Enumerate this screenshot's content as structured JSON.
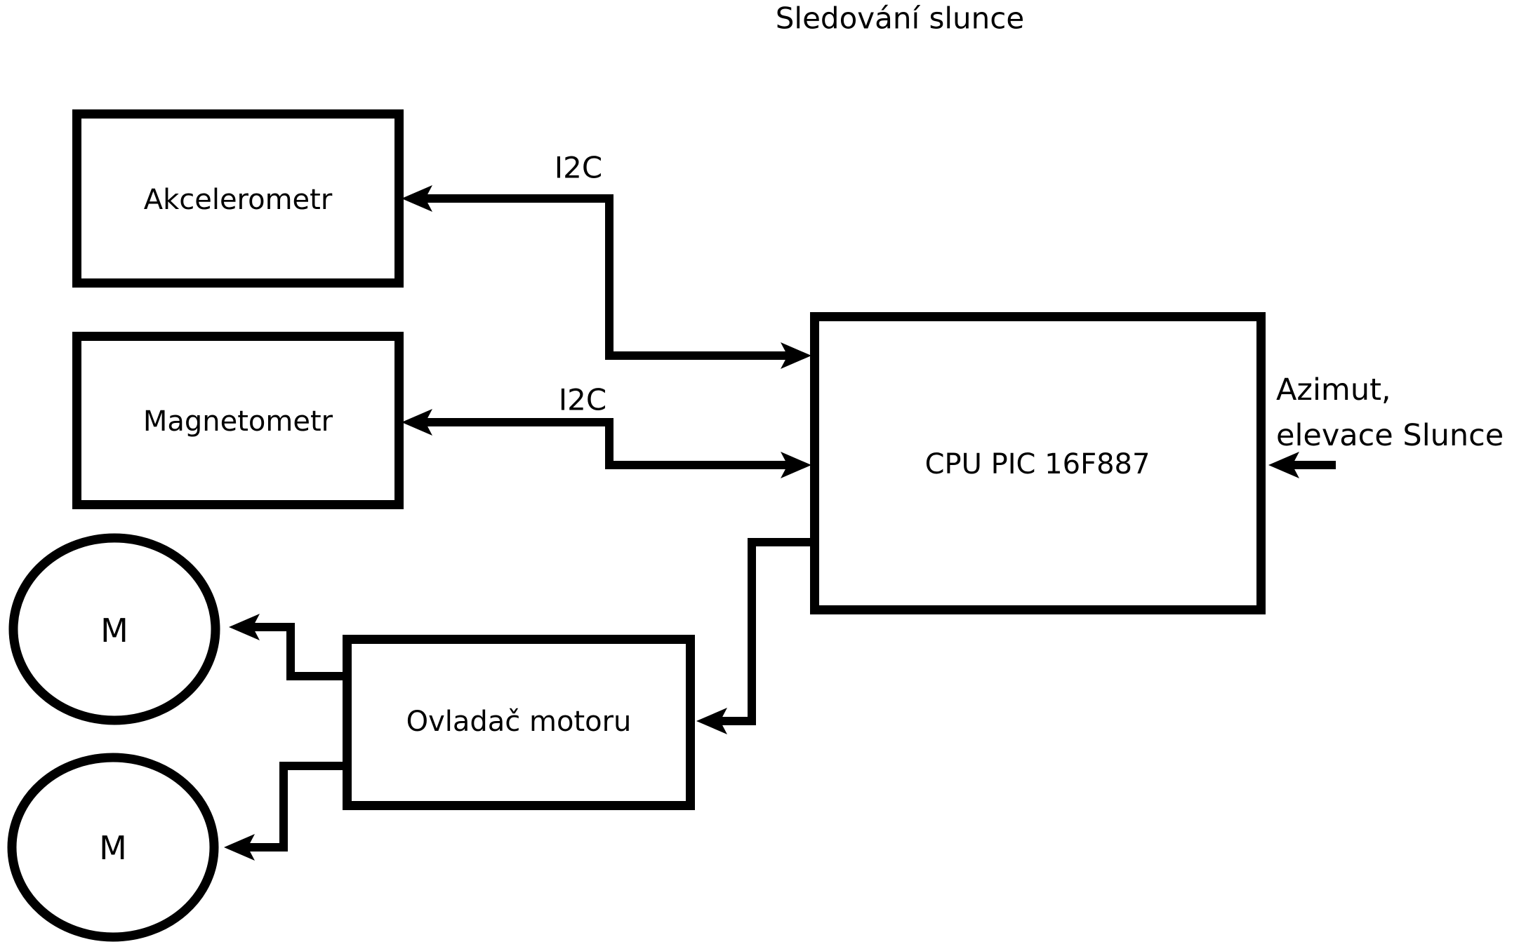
{
  "colors": {
    "ink": "#000000",
    "background": "#ffffff"
  },
  "diagram": {
    "title": "Sledování slunce",
    "nodes": {
      "accelerometer": {
        "label": "Akcelerometr"
      },
      "magnetometer": {
        "label": "Magnetometr"
      },
      "cpu": {
        "label": "CPU PIC 16F887"
      },
      "motor_driver": {
        "label": "Ovladač motoru"
      },
      "motor1": {
        "label": "M"
      },
      "motor2": {
        "label": "M"
      }
    },
    "edges": {
      "i2c_accel": {
        "label": "I2C"
      },
      "i2c_magnet": {
        "label": "I2C"
      },
      "sun_input": {
        "label_line1": "Azimut,",
        "label_line2": "elevace Slunce"
      }
    }
  }
}
